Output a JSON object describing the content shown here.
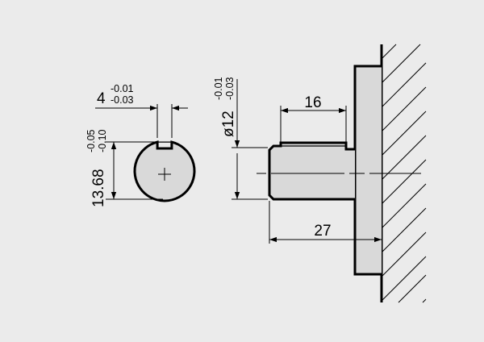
{
  "colors": {
    "background": "#ebebeb",
    "part_fill": "#d9d9d9",
    "ink": "#000000"
  },
  "dimensions": {
    "key_width": {
      "nominal": "4",
      "upper": "-0.01",
      "lower": "-0.03"
    },
    "flat_height": {
      "nominal": "13.68",
      "upper": "-0.05",
      "lower": "-0.10"
    },
    "shaft_diameter": {
      "nominal": "ø12",
      "upper": "-0.01",
      "lower": "-0.03"
    },
    "flat_length": "16",
    "shaft_length": "27"
  }
}
